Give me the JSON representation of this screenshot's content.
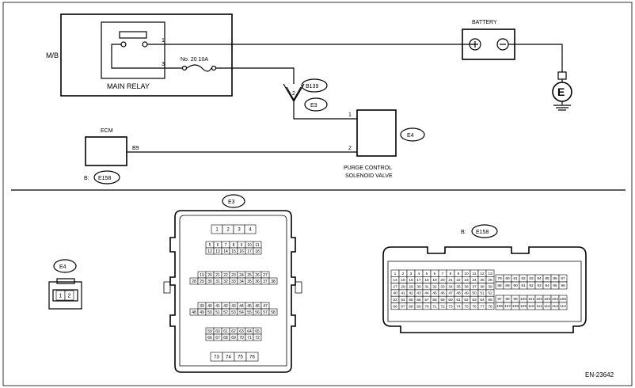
{
  "labels": {
    "mb": "M/B",
    "main_relay": "MAIN RELAY",
    "fuse": "No. 20  10A",
    "relay_pin_1": "1",
    "relay_pin_3": "3",
    "battery": "BATTERY",
    "ground_symbol": "E",
    "connector_b139": "B139",
    "connector_b139_pin": "2",
    "connector_e3": "E3",
    "ecm": "ECM",
    "ecm_pin": "B9",
    "ecm_connector_prefix": "B:",
    "ecm_connector": "E158",
    "solenoid_pin_1": "1",
    "solenoid_pin_2": "2",
    "solenoid_connector": "E4",
    "solenoid_name_line1": "PURGE CONTROL",
    "solenoid_name_line2": "SOLENOID VALVE",
    "figure_id": "EN-23642"
  },
  "connectors": {
    "e4": {
      "label": "E4",
      "pins": [
        "1",
        "2"
      ]
    },
    "e3": {
      "label": "E3",
      "row1": [
        "1",
        "2",
        "3",
        "4"
      ],
      "row2": [
        "5",
        "6",
        "7",
        "8",
        "9",
        "10",
        "11"
      ],
      "row3": [
        "12",
        "13",
        "14",
        "15",
        "16",
        "17",
        "18"
      ],
      "row4": [
        "19",
        "20",
        "21",
        "22",
        "23",
        "24",
        "25",
        "26",
        "27"
      ],
      "row5": [
        "28",
        "29",
        "30",
        "31",
        "32",
        "33",
        "34",
        "35",
        "36",
        "37",
        "38"
      ],
      "row6": [
        "39",
        "40",
        "41",
        "42",
        "43",
        "44",
        "45",
        "46",
        "47"
      ],
      "row7": [
        "48",
        "49",
        "50",
        "51",
        "52",
        "53",
        "54",
        "55",
        "56",
        "57",
        "58"
      ],
      "row8": [
        "59",
        "60",
        "61",
        "62",
        "63",
        "64",
        "65"
      ],
      "row9": [
        "66",
        "67",
        "68",
        "69",
        "70",
        "71",
        "72"
      ],
      "row10": [
        "73",
        "74",
        "75",
        "76"
      ]
    },
    "e158": {
      "prefix": "B:",
      "label": "E158",
      "left_rows": [
        [
          "1",
          "2",
          "3",
          "4",
          "5",
          "6",
          "7",
          "8",
          "9",
          "10",
          "11",
          "12",
          "13"
        ],
        [
          "14",
          "15",
          "16",
          "17",
          "18",
          "19",
          "20",
          "21",
          "22",
          "23",
          "24",
          "25",
          "26"
        ],
        [
          "27",
          "28",
          "29",
          "30",
          "31",
          "32",
          "33",
          "34",
          "35",
          "36",
          "37",
          "38",
          "39"
        ],
        [
          "40",
          "41",
          "42",
          "43",
          "44",
          "45",
          "46",
          "47",
          "48",
          "49",
          "50",
          "51",
          "52"
        ],
        [
          "53",
          "54",
          "55",
          "56",
          "57",
          "58",
          "59",
          "60",
          "61",
          "62",
          "63",
          "64",
          "65"
        ],
        [
          "66",
          "67",
          "68",
          "69",
          "70",
          "71",
          "72",
          "73",
          "74",
          "75",
          "76",
          "77",
          "78"
        ]
      ],
      "right_top_rows": [
        [
          "79",
          "80",
          "81",
          "82",
          "83",
          "84",
          "85",
          "86",
          "87"
        ],
        [
          "88",
          "89",
          "90",
          "91",
          "92",
          "93",
          "94",
          "95",
          "96"
        ]
      ],
      "right_bottom_rows": [
        [
          "97",
          "98",
          "99",
          "100",
          "101",
          "102",
          "103",
          "104",
          "105"
        ],
        [
          "106",
          "107",
          "108",
          "109",
          "110",
          "111",
          "112",
          "113",
          "114"
        ]
      ]
    }
  }
}
